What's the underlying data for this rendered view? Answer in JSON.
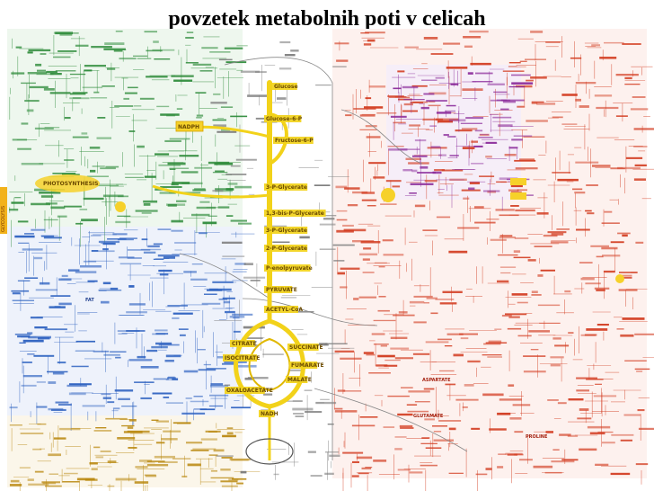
{
  "slide": {
    "title": "povzetek metabolnih poti v celicah"
  },
  "map": {
    "colors": {
      "carbohydrate": "#2e8b3a",
      "lipid": "#2a5fbf",
      "amino_acid": "#d23a1e",
      "nucleotide": "#8a2a9a",
      "central_pathway": "#f2d21a",
      "background": "#ffffff"
    },
    "central_pathway_labels": [
      "Glucose",
      "Glucose-6-P",
      "Fructose-6-P",
      "3-P-Glycerate",
      "1,3-bis-P-Glycerate",
      "3-P-Glycerate",
      "2-P-Glycerate",
      "P-enolpyruvate",
      "PYRUVATE",
      "ACETYL-CoA",
      "CITRATE",
      "ISOCITRATE",
      "SUCCINATE",
      "FUMARATE",
      "MALATE",
      "OXALOACETATE",
      "NADH"
    ],
    "side_labels": {
      "left_tab": "GLYCOLYSIS",
      "nadph": "NADPH",
      "photosynthesis": "PHOTOSYNTHESIS",
      "lipids": "FAT",
      "aspartate": "ASPARTATE",
      "glutamate": "GLUTAMATE",
      "proline": "PROLINE"
    }
  }
}
